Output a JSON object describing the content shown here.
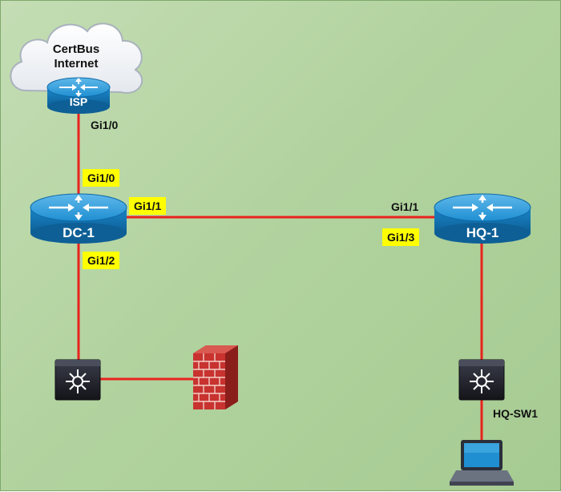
{
  "cloud": {
    "line1": "CertBus",
    "line2": "Internet"
  },
  "devices": {
    "isp": "ISP",
    "dc1": "DC-1",
    "hq1": "HQ-1",
    "hq_sw1": "HQ-SW1"
  },
  "interfaces": {
    "isp_gi": "Gi1/0",
    "dc1_gi10": "Gi1/0",
    "dc1_gi11": "Gi1/1",
    "dc1_gi12": "Gi1/2",
    "hq1_gi11": "Gi1/1",
    "hq1_gi13": "Gi1/3"
  },
  "colors": {
    "link": "#e8231d",
    "router_blue": "#1a8dd0",
    "switch_dark": "#1c1c24",
    "highlight": "#ffff00",
    "firewall_red": "#c8322f"
  }
}
